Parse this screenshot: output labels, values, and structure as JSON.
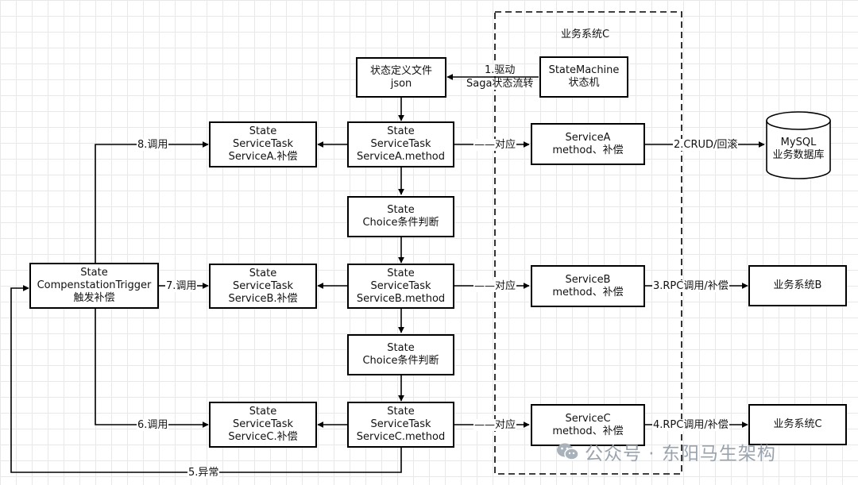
{
  "group": {
    "title": "业务系统C"
  },
  "boxes": {
    "state_def": [
      "状态定义文件",
      "json"
    ],
    "state_machine": [
      "StateMachine",
      "状态机"
    ],
    "task_a": [
      "State",
      "ServiceTask",
      "ServiceA.method"
    ],
    "comp_a": [
      "State",
      "ServiceTask",
      "ServiceA.补偿"
    ],
    "service_a": [
      "ServiceA",
      "method、补偿"
    ],
    "mysql": [
      "MySQL",
      "业务数据库"
    ],
    "choice_1": [
      "State",
      "Choice条件判断"
    ],
    "trigger": [
      "State",
      "CompenstationTrigger",
      "触发补偿"
    ],
    "task_b": [
      "State",
      "ServiceTask",
      "ServiceB.method"
    ],
    "comp_b": [
      "State",
      "ServiceTask",
      "ServiceB.补偿"
    ],
    "service_b": [
      "ServiceB",
      "method、补偿"
    ],
    "system_b": [
      "业务系统B"
    ],
    "choice_2": [
      "State",
      "Choice条件判断"
    ],
    "task_c": [
      "State",
      "ServiceTask",
      "ServiceC.method"
    ],
    "comp_c": [
      "State",
      "ServiceTask",
      "ServiceC.补偿"
    ],
    "service_c": [
      "ServiceC",
      "method、补偿"
    ],
    "system_c": [
      "业务系统C"
    ]
  },
  "labels": {
    "drive": [
      "1.驱动",
      "Saga状态流转"
    ],
    "crud": "2.CRUD/回滚",
    "rpc_b": "3.RPC调用/补偿",
    "rpc_c": "4.RPC调用/补偿",
    "exception": "5.异常",
    "call_6": "6.调用",
    "call_7": "7.调用",
    "call_8": "8.调用",
    "map_a": "——对应",
    "map_b": "——对应",
    "map_c": "——对应"
  },
  "watermark": {
    "text": "公众号 · 东阳马生架构",
    "icon": "wechat-icon"
  }
}
